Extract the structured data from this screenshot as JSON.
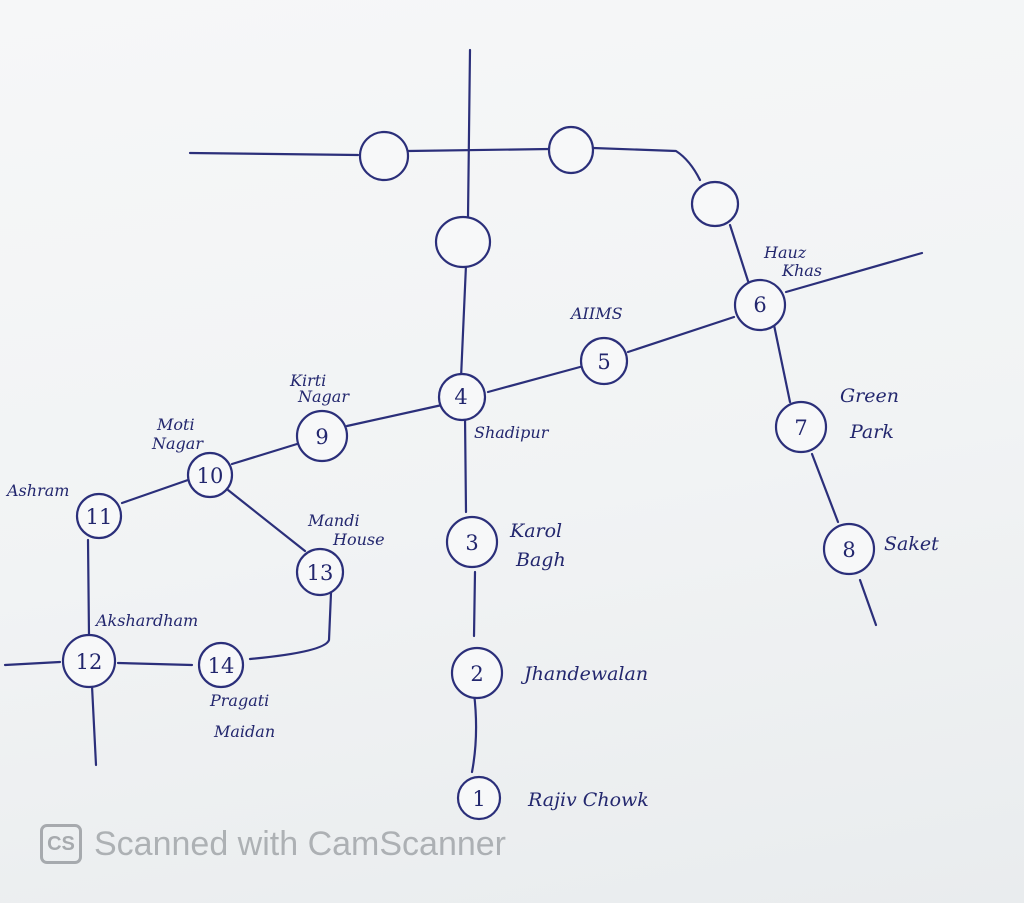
{
  "stations": [
    {
      "number": "1",
      "name": "Rajiv Chowk"
    },
    {
      "number": "2",
      "name": "Jhandewalan"
    },
    {
      "number": "3",
      "name": "Karol Bagh"
    },
    {
      "number": "4",
      "name": "Shadipur"
    },
    {
      "number": "5",
      "name": "AIIMS"
    },
    {
      "number": "6",
      "name": "Hauz Khas"
    },
    {
      "number": "7",
      "name": "Green Park"
    },
    {
      "number": "8",
      "name": "Saket"
    },
    {
      "number": "9",
      "name": "Kirti Nagar"
    },
    {
      "number": "10",
      "name": "Moti Nagar"
    },
    {
      "number": "11",
      "name": "Ashram"
    },
    {
      "number": "12",
      "name": "Akshardham"
    },
    {
      "number": "13",
      "name": "Mandi House"
    },
    {
      "number": "14",
      "name": "Pragati Maidan"
    }
  ],
  "label_lines": {
    "karol": "Karol",
    "bagh": "Bagh",
    "hauz": "Hauz",
    "khas": "Khas",
    "green": "Green",
    "park": "Park",
    "kirti": "Kirti",
    "nagar9": "Nagar",
    "moti": "Moti",
    "nagar10": "Nagar",
    "mandi": "Mandi",
    "house": "House",
    "pragati": "Pragati",
    "maidan": "Maidan"
  },
  "watermark": {
    "logo": "CS",
    "text": "Scanned with CamScanner"
  },
  "colors": {
    "ink": "#2b2f7a",
    "paper": "#f4f5f6"
  }
}
